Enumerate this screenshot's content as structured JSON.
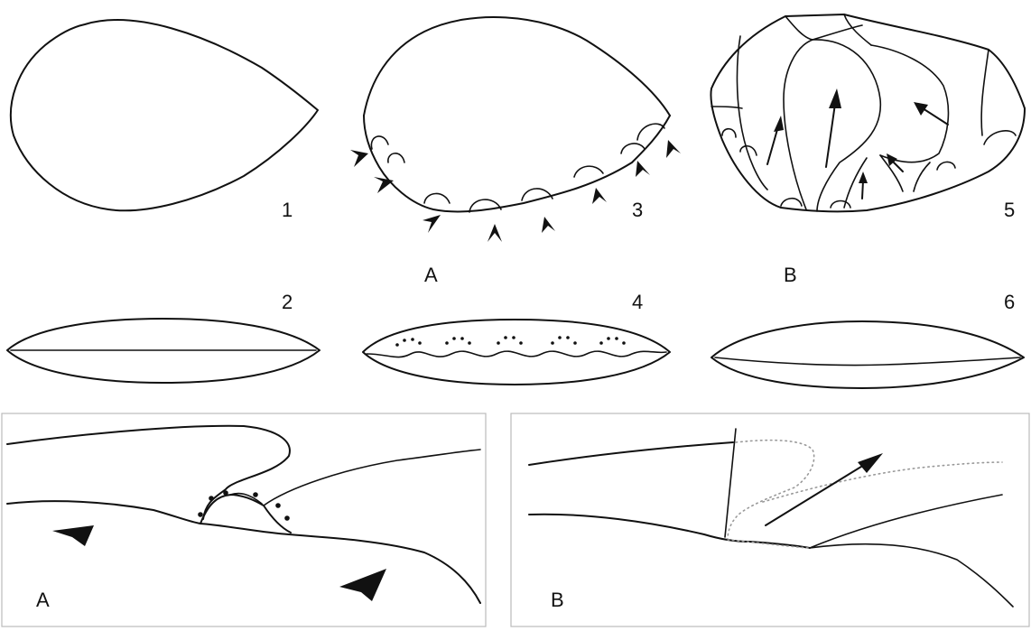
{
  "labels": {
    "fig1": "1",
    "fig2": "2",
    "fig3": "3",
    "fig4": "4",
    "fig5": "5",
    "fig6": "6",
    "fig3_caption": "A",
    "fig5_caption": "B",
    "panel_left": "A",
    "panel_right": "B"
  },
  "icons": {
    "arrowhead": "arrowhead-icon",
    "arrow": "arrow-icon"
  },
  "colors": {
    "stroke": "#111111",
    "frame": "#bbbbbb",
    "background": "#ffffff"
  }
}
